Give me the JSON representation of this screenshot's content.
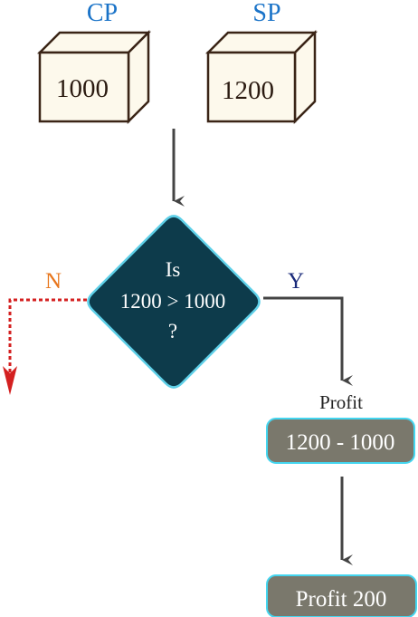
{
  "cost_price": {
    "label": "CP",
    "value": "1000"
  },
  "selling_price": {
    "label": "SP",
    "value": "1200"
  },
  "decision": {
    "line1": "Is",
    "line2": "1200 > 1000",
    "line3": "?"
  },
  "no_branch": {
    "label": "N"
  },
  "yes_branch": {
    "label": "Y"
  },
  "profit_step": {
    "label": "Profit",
    "expression": "1200 - 1000"
  },
  "result": {
    "text": "Profit 200"
  },
  "colors": {
    "label_blue": "#1a73c8",
    "cube_fill": "#fdf9ec",
    "cube_stroke": "#3a2416",
    "diamond_fill": "#0d3b4b",
    "diamond_stroke": "#5fd0e8",
    "arrow_gray": "#444444",
    "no_arrow_red": "#d42020",
    "process_box_fill": "#7a786c",
    "process_box_stroke": "#44d6f0"
  }
}
